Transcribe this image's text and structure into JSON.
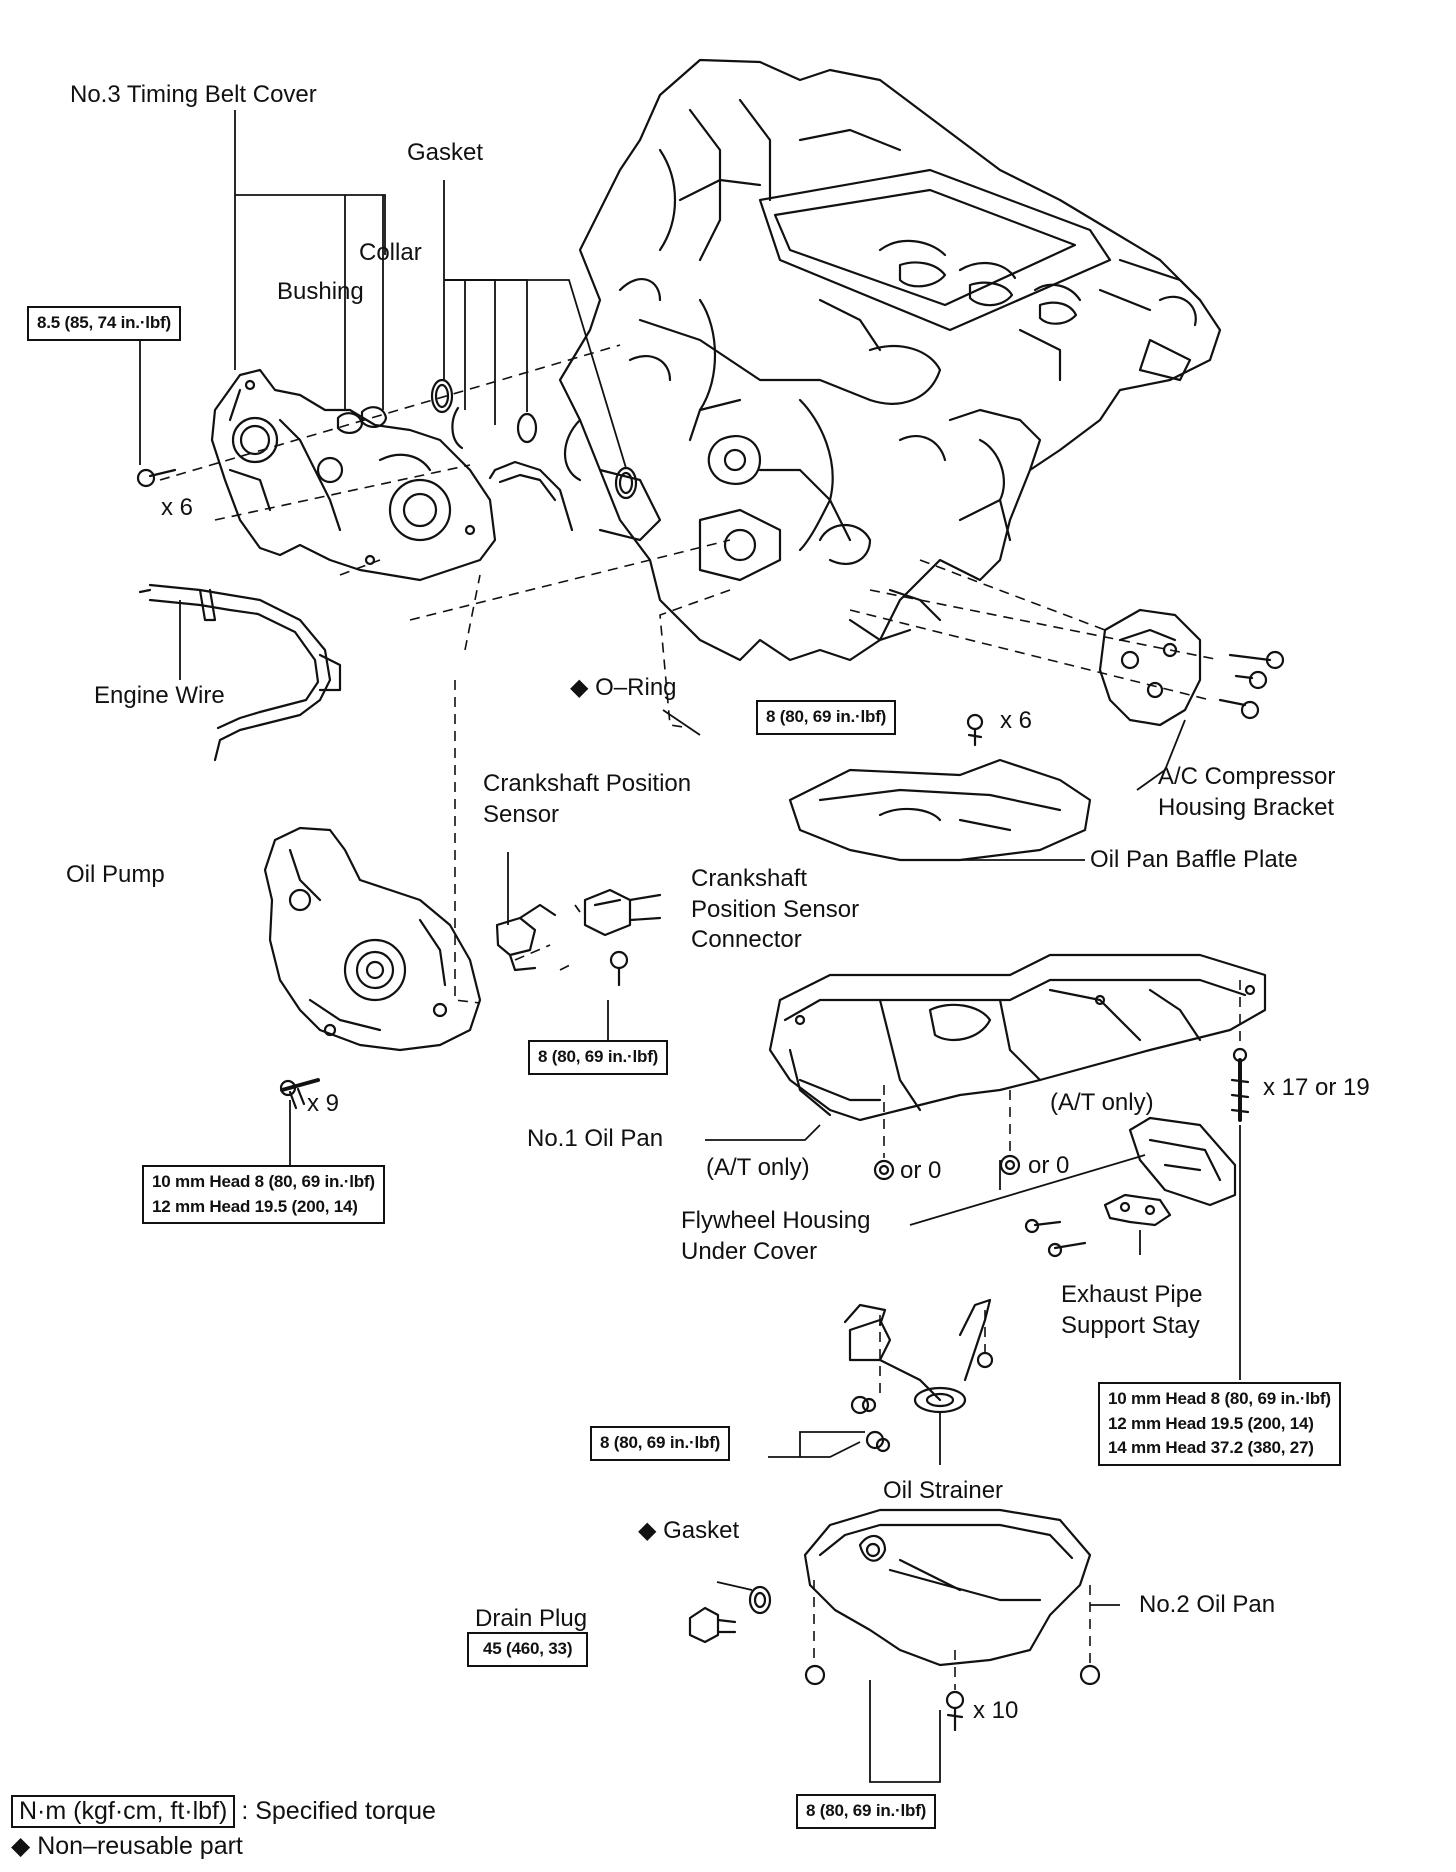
{
  "labels": {
    "timing_belt_cover": "No.3 Timing Belt Cover",
    "gasket_top": "Gasket",
    "collar": "Collar",
    "bushing": "Bushing",
    "x6_cover": "x 6",
    "engine_wire": "Engine Wire",
    "o_ring": "O–Ring",
    "x6_bracket": "x 6",
    "ac_bracket_1": "A/C Compressor",
    "ac_bracket_2": "Housing Bracket",
    "crank_sensor_1": "Crankshaft Position",
    "crank_sensor_2": "Sensor",
    "oil_pump": "Oil Pump",
    "crank_connector_1": "Crankshaft",
    "crank_connector_2": "Position Sensor",
    "crank_connector_3": "Connector",
    "baffle_plate": "Oil Pan Baffle Plate",
    "x9": "x 9",
    "x17": "x 17 or 19",
    "at_only_right": "(A/T only)",
    "oil_pan_1": "No.1 Oil Pan",
    "at_only_left": "(A/T only)",
    "or0_left": "or 0",
    "or0_right": "or 0",
    "flywheel_1": "Flywheel Housing",
    "flywheel_2": "Under Cover",
    "exhaust_1": "Exhaust Pipe",
    "exhaust_2": "Support Stay",
    "oil_strainer": "Oil Strainer",
    "gasket_bottom": "Gasket",
    "drain_plug": "Drain Plug",
    "oil_pan_2": "No.2 Oil Pan",
    "x10": "x 10"
  },
  "torque": {
    "cover_bolt": "8.5 (85, 74 in.·lbf)",
    "bracket_bolt": "8 (80, 69 in.·lbf)",
    "sensor_bolt": "8 (80, 69 in.·lbf)",
    "pump_10mm": "10 mm Head 8 (80, 69 in.·lbf)",
    "pump_12mm": "12 mm Head 19.5 (200, 14)",
    "pan_10mm": "10 mm Head 8 (80, 69 in.·lbf)",
    "pan_12mm": "12 mm Head 19.5 (200, 14)",
    "pan_14mm": "14 mm Head 37.2 (380, 27)",
    "strainer_bolt": "8 (80, 69 in.·lbf)",
    "drain_plug": "45 (460, 33)",
    "pan2_bolt": "8 (80, 69 in.·lbf)"
  },
  "legend": {
    "torque_unit": "N·m (kgf·cm, ft·lbf)",
    "torque_desc": ": Specified torque",
    "nonreusable": "Non–reusable part",
    "diamond": "◆"
  }
}
